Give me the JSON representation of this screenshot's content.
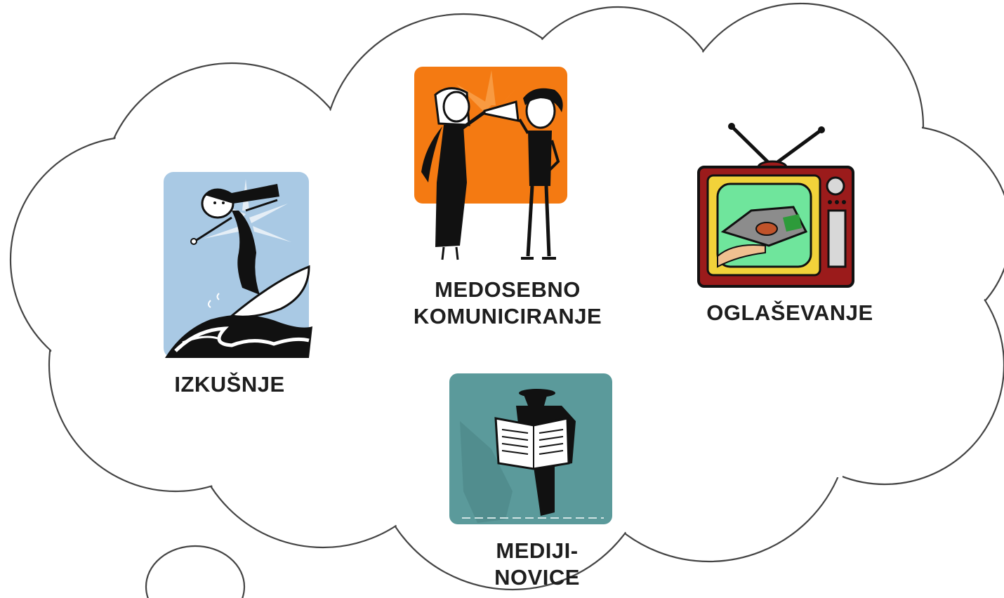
{
  "concepts": [
    {
      "id": "izkusnje",
      "label": "IZKUŠNJE"
    },
    {
      "id": "medosebno",
      "label_line1": "MEDOSEBNO",
      "label_line2": "KOMUNICIRANJE"
    },
    {
      "id": "oglasevanje",
      "label": "OGLAŠEVANJE"
    },
    {
      "id": "mediji",
      "label_line1": "MEDIJI-",
      "label_line2": "NOVICE"
    }
  ],
  "colors": {
    "cloud_stroke": "#444444",
    "surf_panel": "#a9c9e4",
    "talk_panel": "#f47a12",
    "news_panel": "#5b9a9b",
    "tv_body": "#9b1b1b",
    "tv_frame": "#f2d23a",
    "tv_screen": "#6fe59c",
    "ink": "#111111"
  },
  "icons": [
    "surfer-icon",
    "megaphone-conversation-icon",
    "television-icon",
    "newspaper-reader-icon"
  ]
}
